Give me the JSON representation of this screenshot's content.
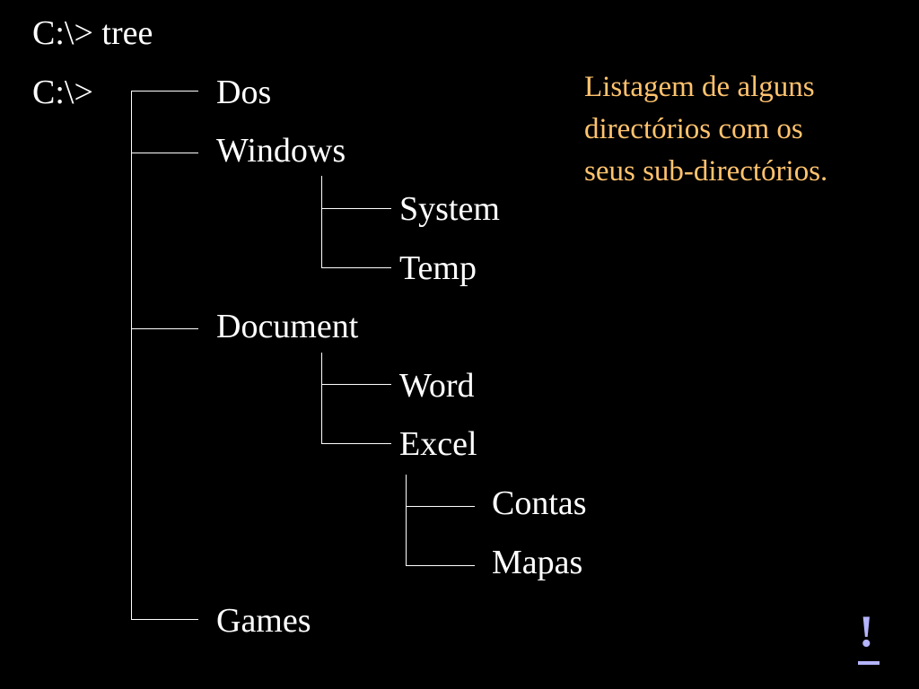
{
  "command_line": "C:\\> tree",
  "root_label": "C:\\>",
  "tree": {
    "dos": "Dos",
    "windows": "Windows",
    "system": "System",
    "temp": "Temp",
    "document": "Document",
    "word": "Word",
    "excel": "Excel",
    "contas": "Contas",
    "mapas": "Mapas",
    "games": "Games"
  },
  "note": "Listagem de alguns\ndirectórios com os\nseus sub-directórios.",
  "help_link": "!",
  "colors": {
    "background": "#000000",
    "text": "#ffffff",
    "note": "#ffc36e",
    "link": "#b4b4ff"
  }
}
